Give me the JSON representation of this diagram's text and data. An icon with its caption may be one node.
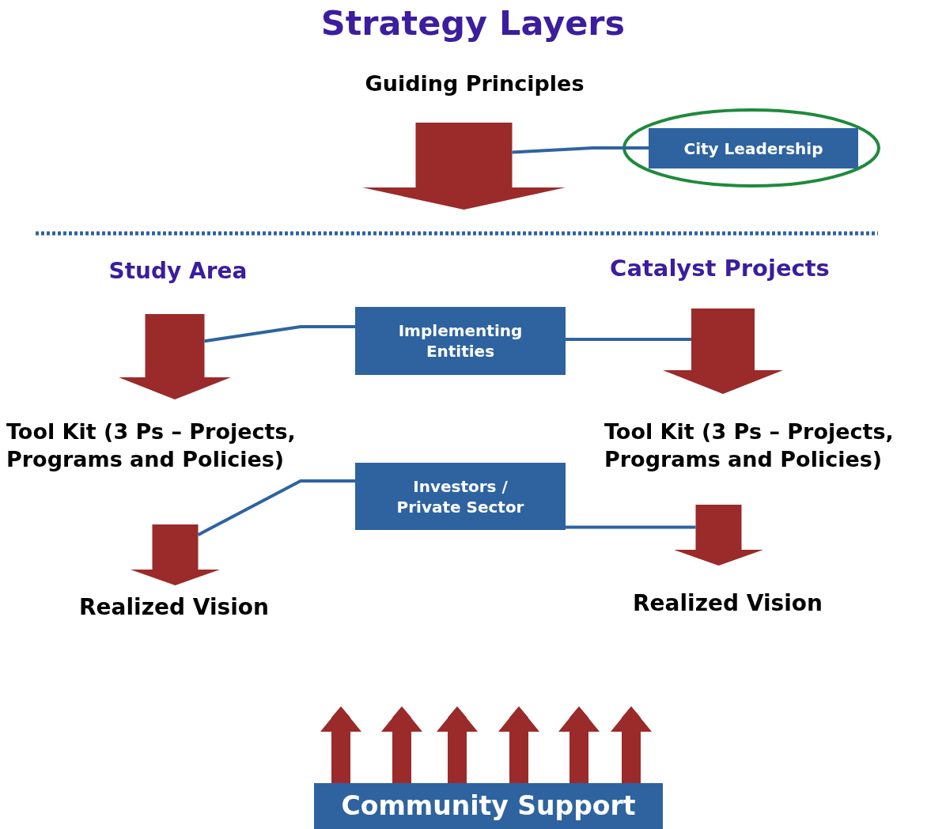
{
  "diagram": {
    "title": "Strategy Layers",
    "nodes": [
      {
        "text": [
          "Guiding Principles"
        ]
      },
      {
        "text": [],
        "shape": "arrow"
      },
      {
        "text": [
          "City Leadership"
        ]
      },
      {
        "text": [
          "Study Area"
        ]
      },
      {
        "text": [
          "Catalyst Projects"
        ]
      },
      {
        "text": [],
        "shape": "arrow"
      },
      {
        "text": [
          "Implementing Entities"
        ]
      },
      {
        "text": [],
        "shape": "arrow"
      },
      {
        "text": [
          "Tool Kit (3 Ps – Projects, Programs and Policies)"
        ]
      },
      {
        "text": [
          "Tool Kit (3 Ps – Projects, Programs and Policies)"
        ]
      },
      {
        "text": [],
        "shape": "arrow"
      },
      {
        "text": [
          "Investors / Private Sector"
        ]
      },
      {
        "text": [],
        "shape": "arrow"
      },
      {
        "text": [
          "Realized Vision"
        ]
      },
      {
        "text": [
          "Realized Vision"
        ]
      },
      {
        "text": [
          "Community Support"
        ]
      }
    ],
    "edges": [
      {
        "from": 2,
        "to": 1,
        "arrow": "none",
        "color": "#2e63a0"
      },
      {
        "from": 6,
        "to": 5,
        "arrow": "none",
        "color": "#2e63a0"
      },
      {
        "from": 6,
        "to": 7,
        "arrow": "none",
        "color": "#2e63a0"
      },
      {
        "from": 11,
        "to": 10,
        "arrow": "none",
        "color": "#2e63a0"
      },
      {
        "from": 11,
        "to": 12,
        "arrow": "none",
        "color": "#2e63a0"
      },
      {
        "from": 15,
        "to": null,
        "arrow": "to"
      },
      {
        "from": 15,
        "to": null,
        "arrow": "to"
      },
      {
        "from": 15,
        "to": null,
        "arrow": "to"
      },
      {
        "from": 15,
        "to": null,
        "arrow": "to"
      },
      {
        "from": 15,
        "to": null,
        "arrow": "to"
      },
      {
        "from": 15,
        "to": null,
        "arrow": "to"
      }
    ]
  }
}
